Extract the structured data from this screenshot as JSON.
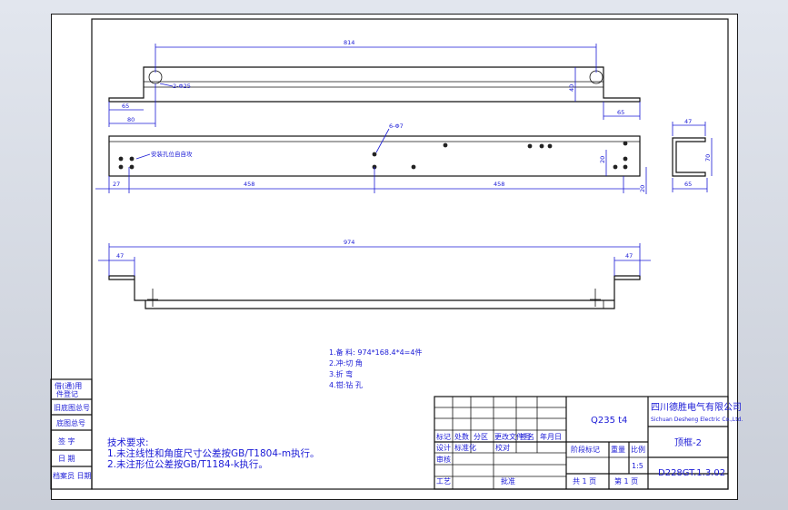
{
  "views": {
    "top": {
      "dim_width": "814",
      "dim_hole": "2-Φ25",
      "dim_left_a": "65",
      "dim_left_b": "80",
      "dim_right": "65",
      "dim_height": "40"
    },
    "front": {
      "dim_hole": "6-Φ7",
      "label_rivet": "安装孔位自自攻",
      "dim_left": "27",
      "dim_mid_a": "458",
      "dim_mid_b": "458",
      "dim_right_a": "20",
      "dim_right_b": "20"
    },
    "side": {
      "dim_top": "47",
      "dim_height": "70",
      "dim_bottom": "65"
    },
    "bottom": {
      "dim_total": "974",
      "dim_left": "47",
      "dim_right": "47"
    }
  },
  "process_notes": [
    "1.备 料: 974*168.4*4=4件",
    "2.冲:切 角",
    "3.折 弯",
    "4.钳:钻 孔"
  ],
  "tech_requirements": {
    "title": "技术要求:",
    "lines": [
      "1.未注线性和角度尺寸公差按GB/T1804-m执行。",
      "2.未注形位公差按GB/T1184-k执行。"
    ]
  },
  "left_strip": [
    "借(通)用",
    "件登记",
    "旧底图总号",
    "底图总号",
    "签 字",
    "日 期",
    "档案员 日期"
  ],
  "title_block": {
    "material": "Q235 t4",
    "company": [
      "四川德胜电气有限公司",
      "Sichuan Desheng Electric Co.,Ltd."
    ],
    "part_name": "顶框-2",
    "drawing_no": "D228GT.1.3.02",
    "scale_label": "比例",
    "weight_label": "重量",
    "stage_label": "阶段标记",
    "scale_value": "1:5",
    "sheet_total": "共 1 页",
    "sheet_no": "第 1 页",
    "change_headers": [
      "标记",
      "处数",
      "分区",
      "更改文件号",
      "签名",
      "年月日"
    ],
    "role_labels": [
      "设计",
      "标准化",
      "校对",
      "审核",
      "工艺",
      "批准"
    ]
  }
}
